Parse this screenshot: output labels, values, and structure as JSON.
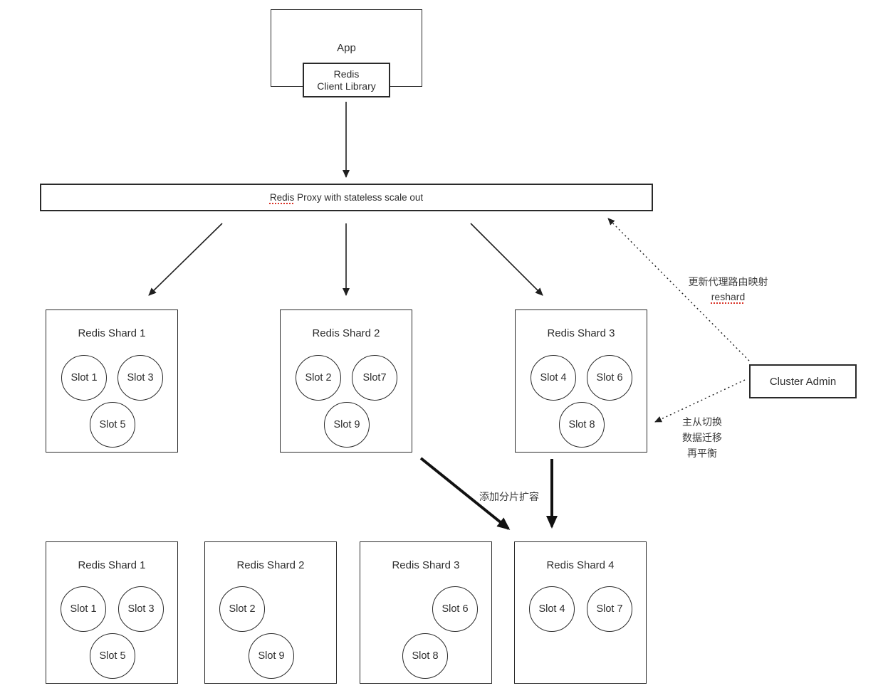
{
  "colors": {
    "line": "#1f1f1f",
    "border": "#2a2a2a",
    "text": "#2e2e2e",
    "spellcheck_underline": "#d93025",
    "background": "#ffffff"
  },
  "app": {
    "title": "App",
    "client_library_line1": "Redis",
    "client_library_line2": "Client Library"
  },
  "proxy": {
    "label_highlight": "Redis",
    "label_rest": " Proxy with stateless scale out"
  },
  "admin": {
    "label": "Cluster Admin"
  },
  "annotations": {
    "reshard_line1": "更新代理路由映射",
    "reshard_line2": "reshard",
    "failover_line1": "主从切换",
    "failover_line2": "数据迁移",
    "failover_line3": "再平衡",
    "add_shard": "添加分片扩容"
  },
  "shards_top": [
    {
      "title": "Redis Shard 1",
      "slots": [
        "Slot 1",
        "Slot 3",
        "Slot 5"
      ]
    },
    {
      "title": "Redis Shard 2",
      "slots": [
        "Slot 2",
        "Slot7",
        "Slot 9"
      ]
    },
    {
      "title": "Redis Shard 3",
      "slots": [
        "Slot 4",
        "Slot 6",
        "Slot 8"
      ]
    }
  ],
  "shards_bottom": [
    {
      "title": "Redis Shard 1",
      "slots": [
        "Slot 1",
        "Slot 3",
        "Slot 5"
      ]
    },
    {
      "title": "Redis Shard 2",
      "slots": [
        "Slot 2",
        "Slot 9"
      ]
    },
    {
      "title": "Redis Shard 3",
      "slots": [
        "Slot 6",
        "Slot 8"
      ]
    },
    {
      "title": "Redis Shard 4",
      "slots": [
        "Slot 4",
        "Slot 7"
      ]
    }
  ]
}
